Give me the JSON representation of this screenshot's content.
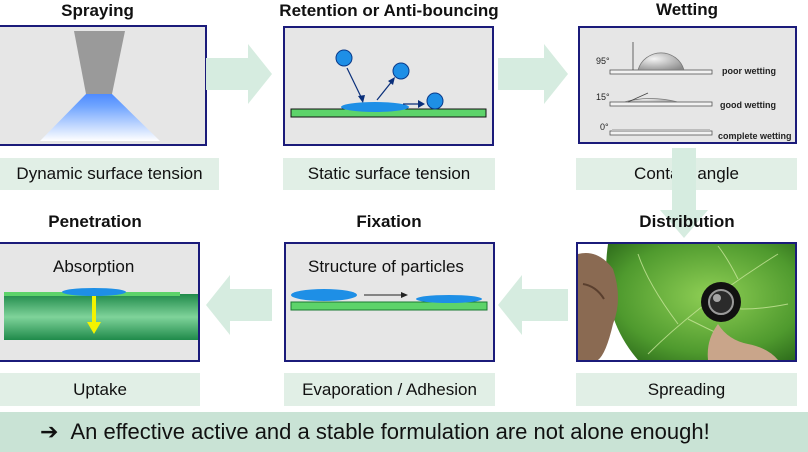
{
  "steps": [
    {
      "title": "Spraying",
      "label": "Dynamic surface tension"
    },
    {
      "title": "Retention or Anti-bouncing",
      "label": "Static surface tension"
    },
    {
      "title": "Wetting",
      "label": "Contact angle"
    },
    {
      "title": "Distribution",
      "label": "Spreading"
    },
    {
      "title": "Fixation",
      "label": "Evaporation / Adhesion",
      "panel_text": "Structure of particles"
    },
    {
      "title": "Penetration",
      "label": "Uptake",
      "panel_text": "Absorption"
    }
  ],
  "wetting": {
    "angles": [
      "95°",
      "15°",
      "0°"
    ],
    "labels": [
      "poor wetting",
      "good wetting",
      "complete wetting"
    ]
  },
  "banner": {
    "symbol": "➔",
    "text": "An effective active and a stable formulation are not alone enough!"
  },
  "colors": {
    "panel_border": "#1b1b7a",
    "label_bg": "#e1efe6",
    "banner_bg": "#c9e3d5",
    "arrow_fill": "#d6ece0",
    "drop_blue": "#1e8fe6",
    "leaf_green": "#3cb371"
  }
}
